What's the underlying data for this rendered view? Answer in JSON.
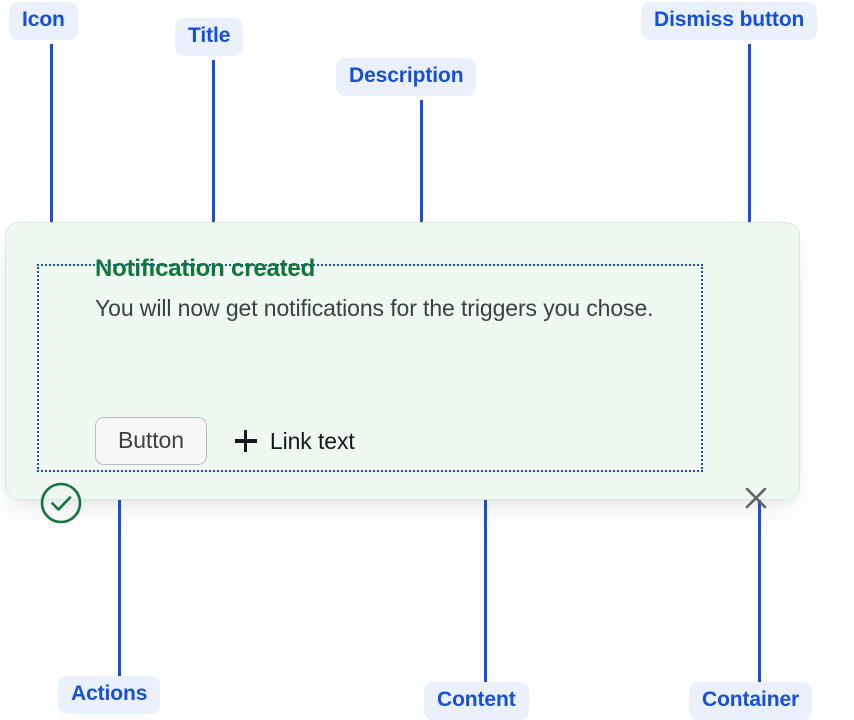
{
  "colors": {
    "annotation_blue": "#1650d8",
    "annotation_pill_bg": "#eaf1fd",
    "alert_bg": "#eff8f1",
    "alert_border": "#d6ece0",
    "success_green": "#11763b",
    "body_text": "#3c4043",
    "dismiss_gray": "#5f6368"
  },
  "alert": {
    "icon": "check-circle-icon",
    "title": "Notification created",
    "description": "You will now get notifications for the triggers you chose.",
    "actions": {
      "button_label": "Button",
      "link_icon": "plus-icon",
      "link_label": "Link text"
    },
    "dismiss": {
      "icon": "close-icon",
      "label": ""
    }
  },
  "annotations": [
    {
      "id": "icon",
      "label": "Icon"
    },
    {
      "id": "title",
      "label": "Title"
    },
    {
      "id": "description",
      "label": "Description"
    },
    {
      "id": "dismiss",
      "label": "Dismiss button"
    },
    {
      "id": "actions",
      "label": "Actions"
    },
    {
      "id": "content",
      "label": "Content"
    },
    {
      "id": "container",
      "label": "Container"
    }
  ]
}
